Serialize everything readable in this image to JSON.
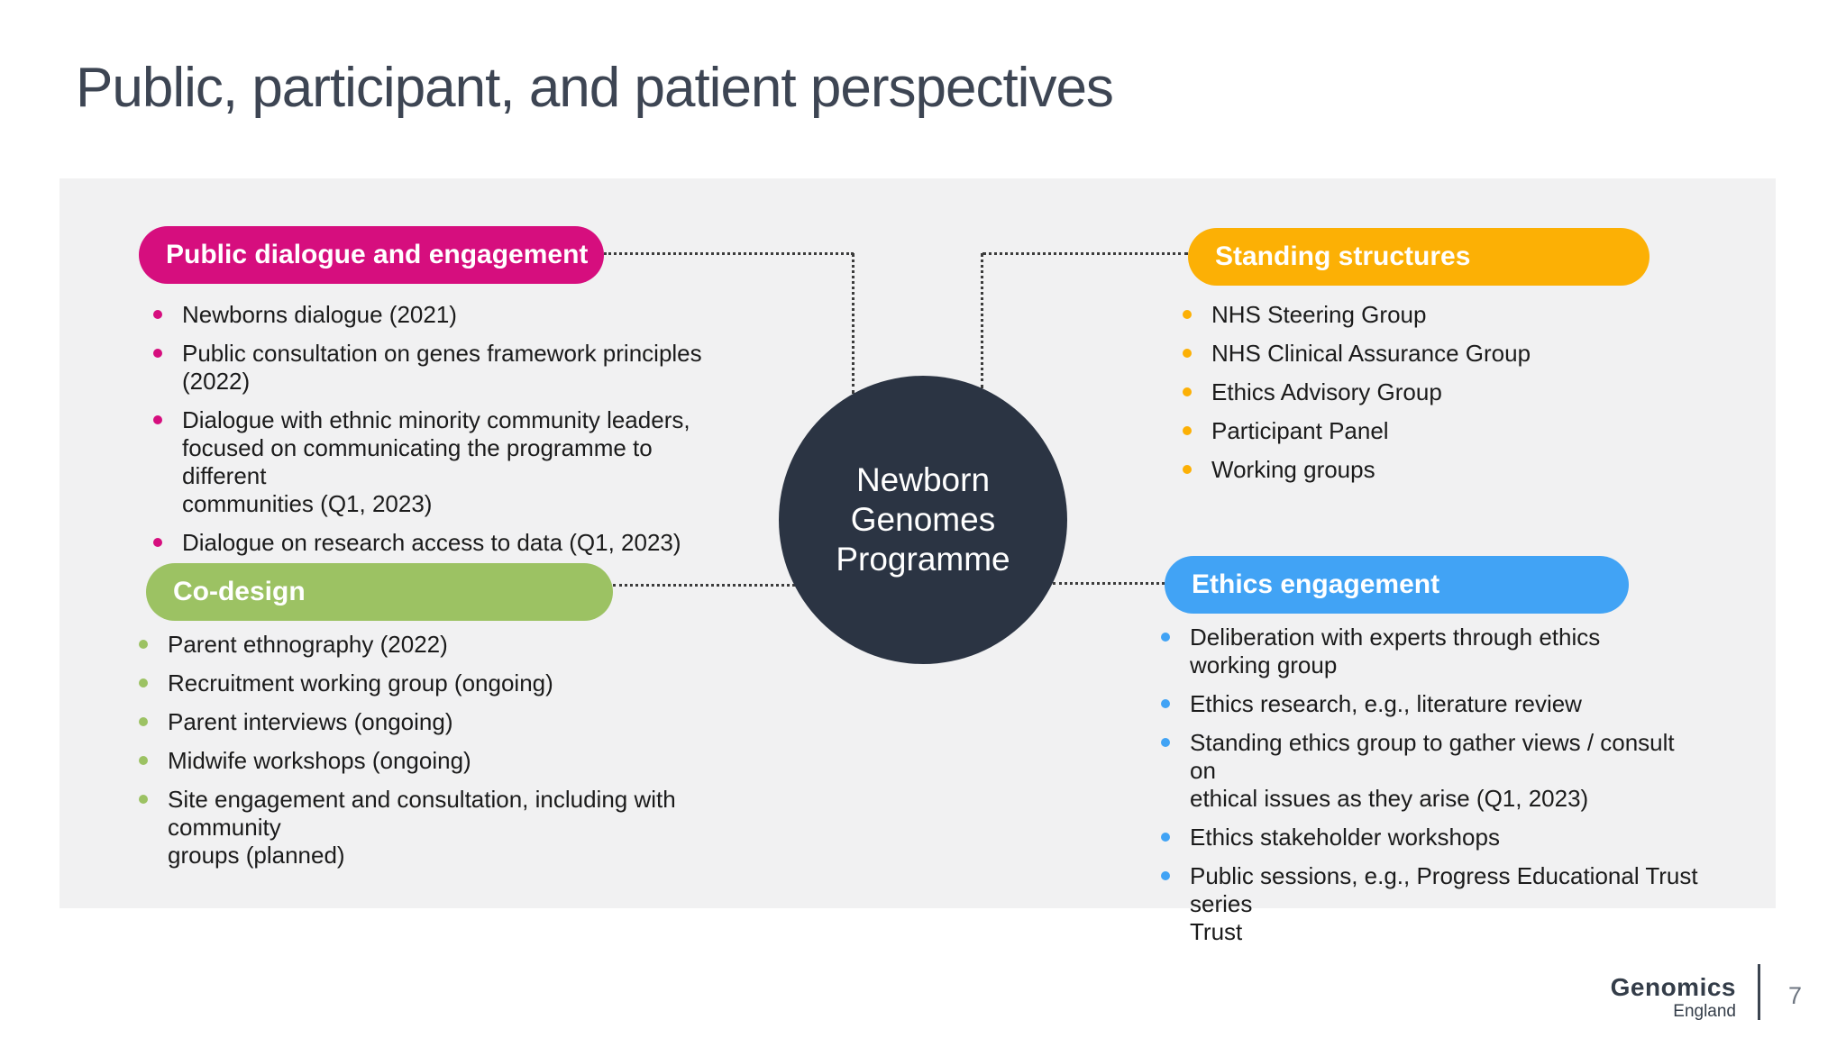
{
  "slide": {
    "title": "Public, participant, and patient perspectives",
    "page_number": "7",
    "footer": {
      "logo_line1": "Genomics",
      "logo_line2": "England"
    }
  },
  "center_circle": {
    "label": "Newborn\nGenomes\nProgramme",
    "color": "#2b3443"
  },
  "colors": {
    "panel_background": "#f1f1f2",
    "connector": "#3c3c3c",
    "body_text": "#1b1b1b",
    "title_text": "#3d4553"
  },
  "sections": [
    {
      "id": "public-dialogue-and-engagement",
      "title": "Public dialogue and engagement",
      "color": "#d60e7e",
      "bullets": [
        "Newborns dialogue (2021)",
        "Public consultation on genes framework principles\n(2022)",
        "Dialogue with ethnic minority community leaders,\nfocused on communicating the programme to different\ncommunities (Q1, 2023)",
        "Dialogue on research access to data (Q1, 2023)"
      ]
    },
    {
      "id": "co-design",
      "title": "Co-design",
      "color": "#9cc263",
      "bullets": [
        "Parent ethnography (2022)",
        "Recruitment working group (ongoing)",
        "Parent interviews (ongoing)",
        "Midwife workshops (ongoing)",
        "Site engagement and consultation, including with community\ngroups (planned)"
      ]
    },
    {
      "id": "standing-structures",
      "title": "Standing structures",
      "color": "#fcb005",
      "bullets": [
        "NHS Steering Group",
        "NHS Clinical Assurance Group",
        "Ethics Advisory Group",
        "Participant Panel",
        "Working groups"
      ]
    },
    {
      "id": "ethics-engagement",
      "title": "Ethics engagement",
      "color": "#41a3f5",
      "bullets": [
        "Deliberation with experts through ethics\nworking group",
        "Ethics research, e.g., literature review",
        "Standing ethics group to gather views / consult on\nethical issues as they arise (Q1, 2023)",
        "Ethics stakeholder workshops",
        "Public sessions, e.g., Progress Educational Trust series\nTrust"
      ]
    }
  ]
}
